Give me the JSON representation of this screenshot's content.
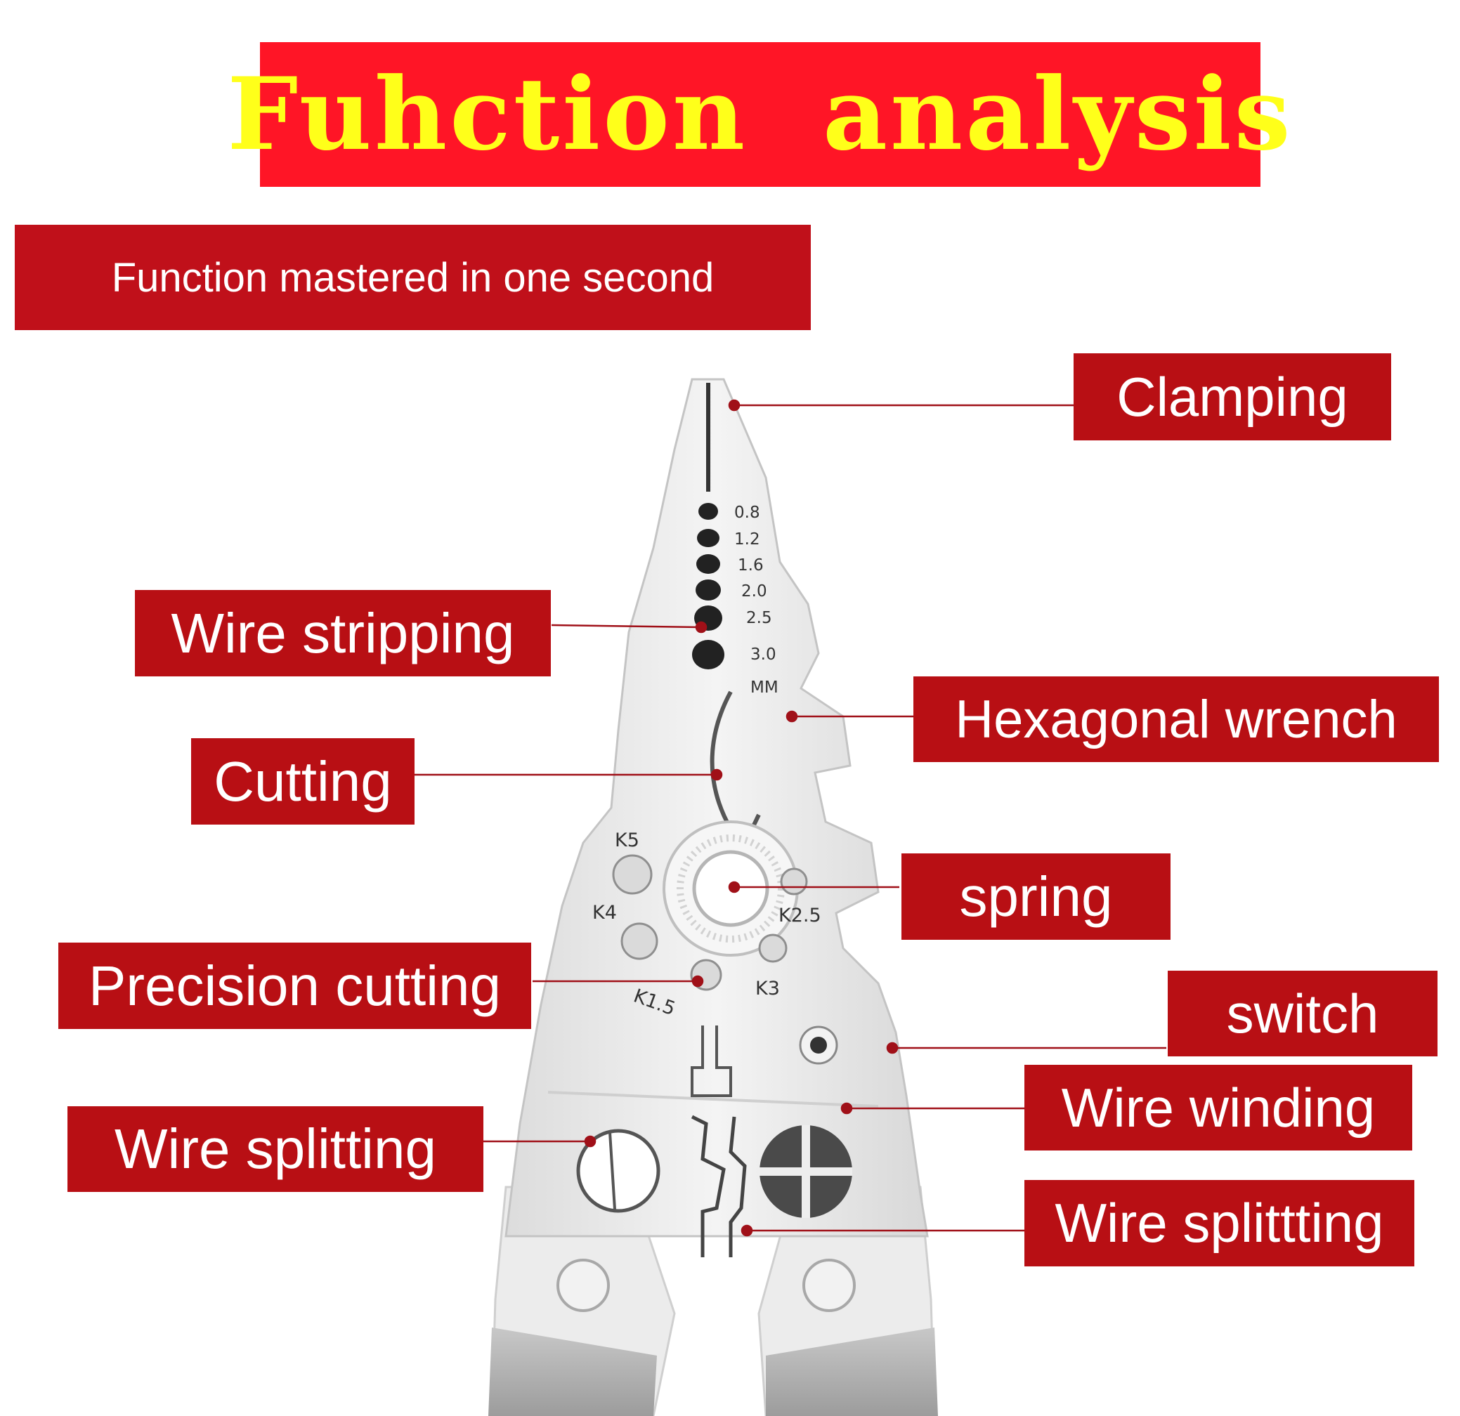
{
  "banner": {
    "title": "Fuhction  analysis"
  },
  "subtitle": "Function mastered in one second",
  "labels": {
    "clamping": "Clamping",
    "wire_stripping": "Wire stripping",
    "hexagonal_wrench": "Hexagonal wrench",
    "cutting": "Cutting",
    "spring": "spring",
    "precision_cutting": "Precision cutting",
    "switch": "switch",
    "wire_winding": "Wire winding",
    "wire_splitting_left": "Wire splitting",
    "wire_splitting_right": "Wire splittting"
  },
  "gauge": {
    "sizes": [
      "0.8",
      "1.2",
      "1.6",
      "2.0",
      "2.5",
      "3.0"
    ],
    "unit": "MM"
  },
  "terminals": [
    "K5",
    "K4",
    "K2.5",
    "K3",
    "K1.5"
  ],
  "colors": {
    "banner_bg": "#ff1526",
    "banner_text": "#ffff1a",
    "label_bg": "#b80f14",
    "leader_line": "#a01018",
    "tool_steel": "#e9e9e9"
  }
}
